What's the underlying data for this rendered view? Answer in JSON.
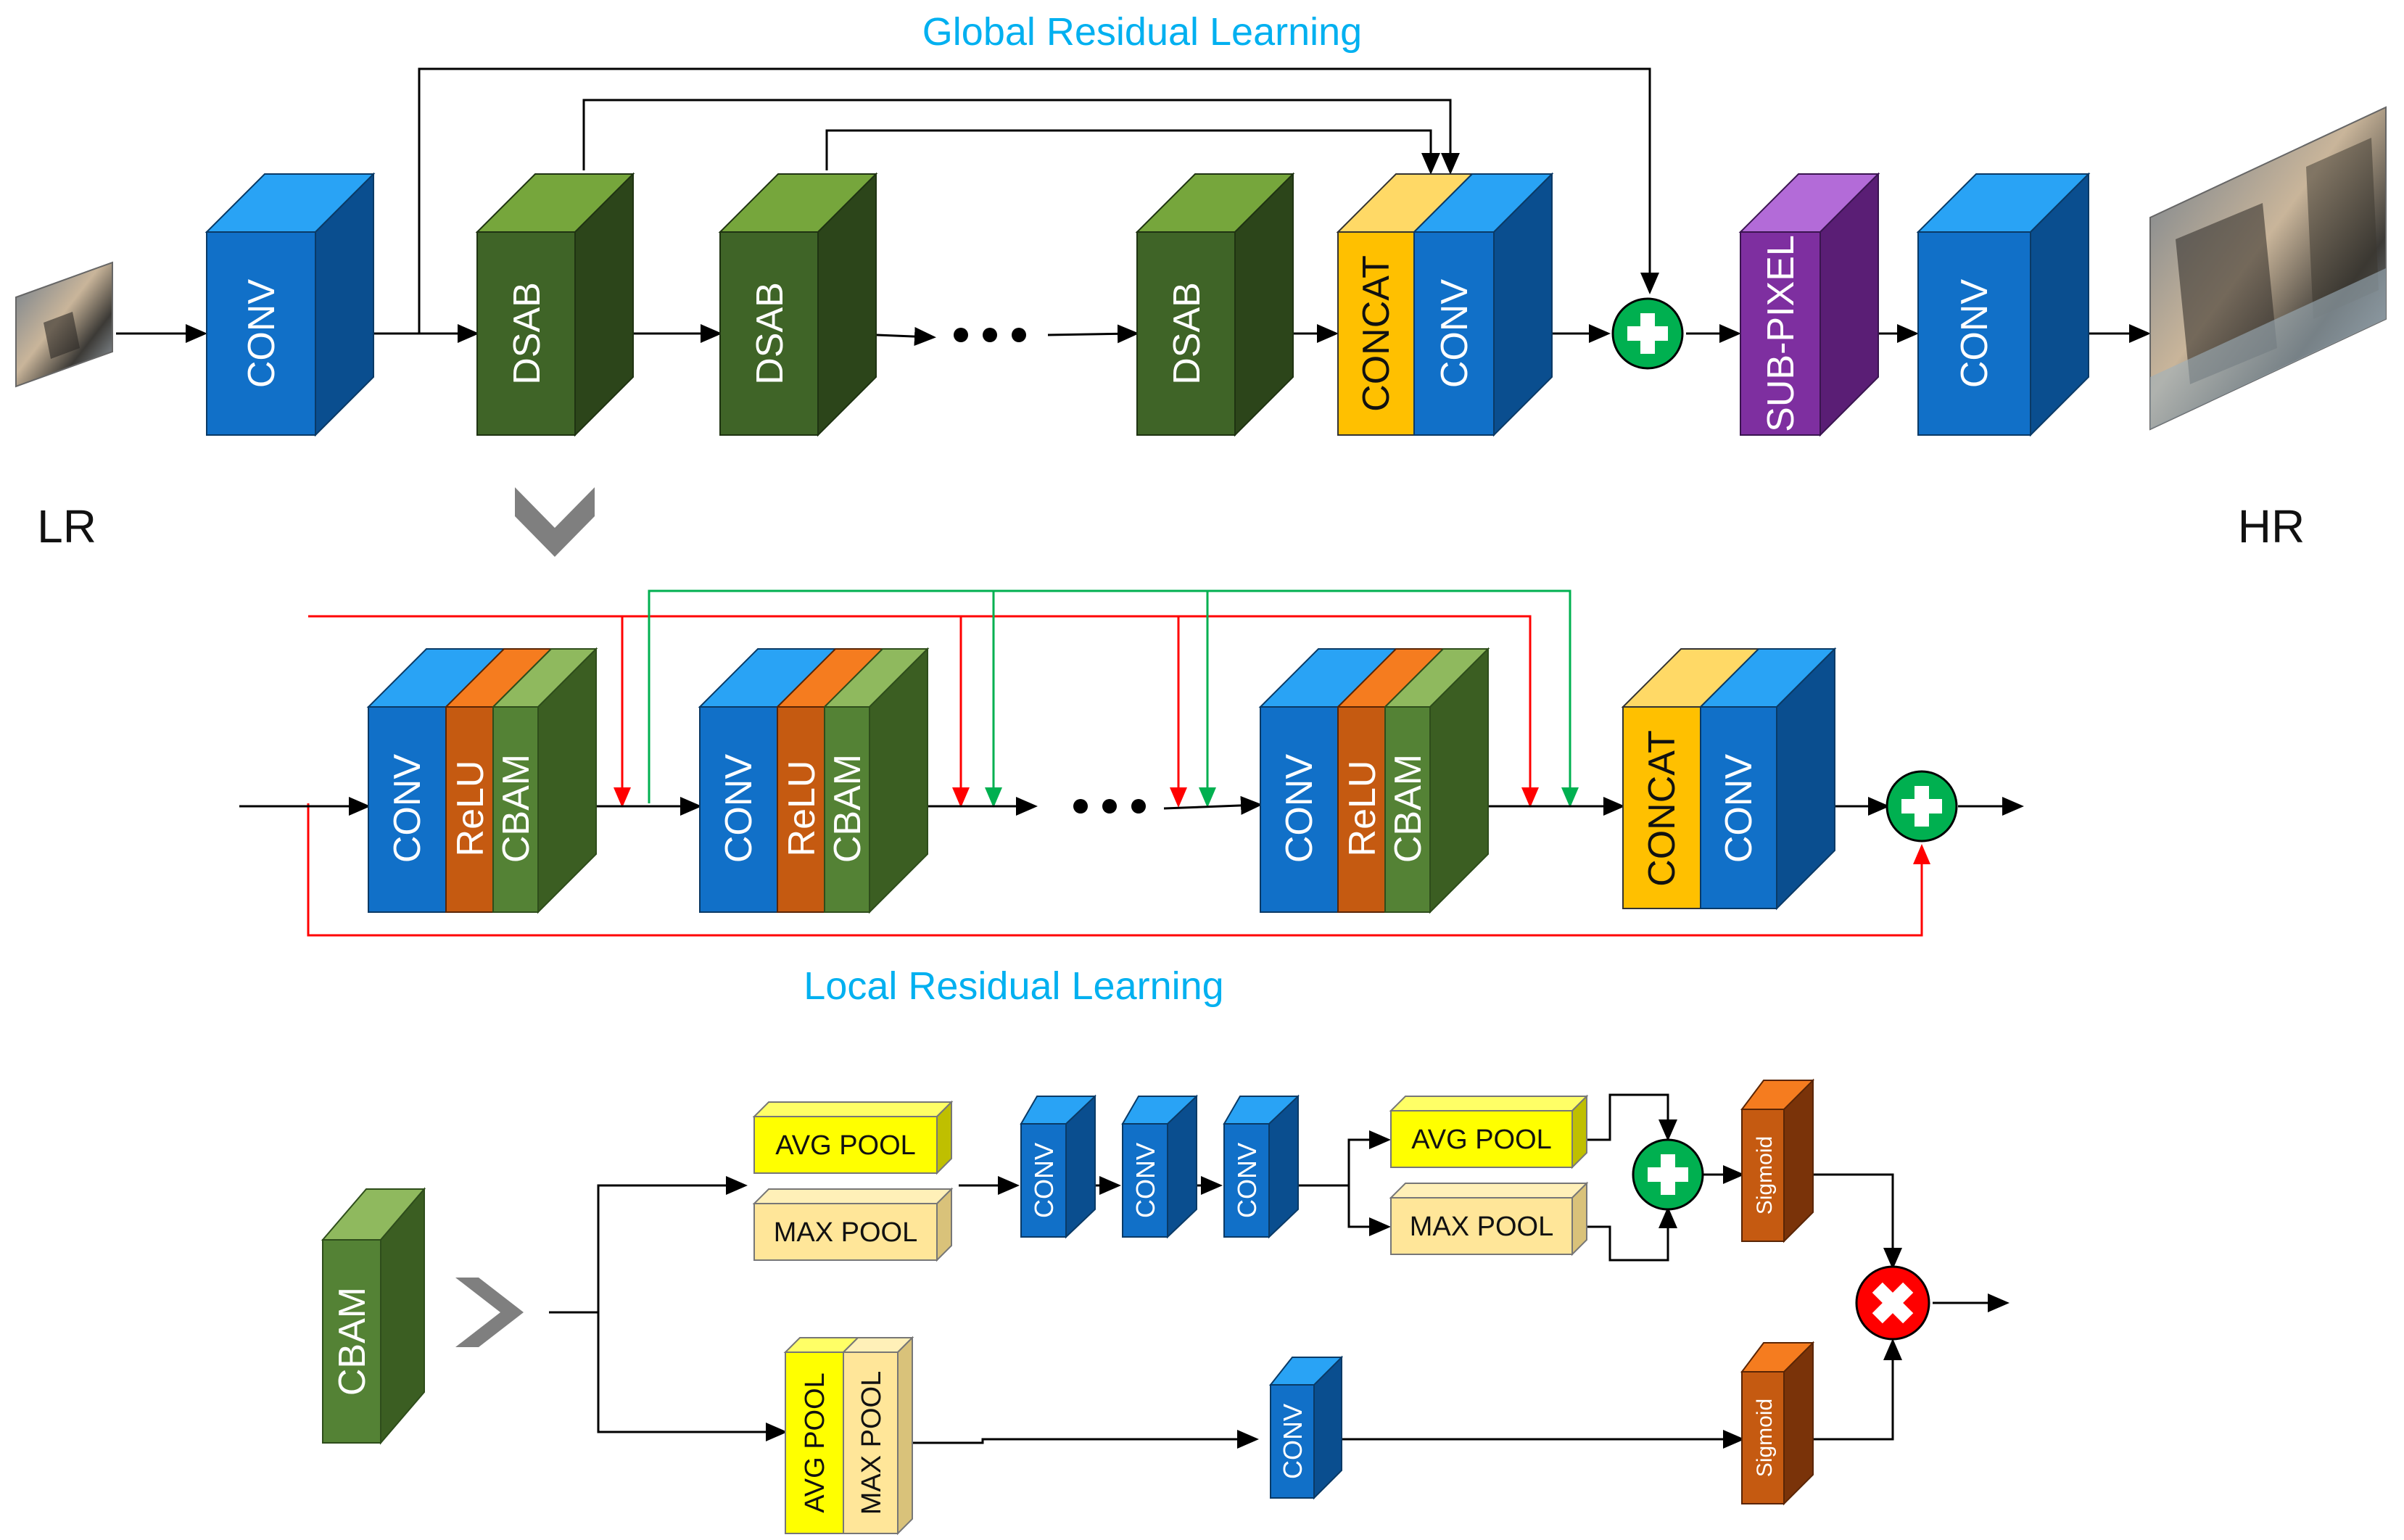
{
  "titles": {
    "global": "Global Residual Learning",
    "local": "Local Residual Learning"
  },
  "side_labels": {
    "lr": "LR",
    "hr": "HR"
  },
  "blocks": {
    "conv": "CONV",
    "dsab": "DSAB",
    "concat": "CONCAT",
    "subpixel": "SUB-PIXEL",
    "relu": "ReLU",
    "cbam": "CBAM",
    "avg_pool": "AVG POOL",
    "max_pool": "MAX POOL",
    "sigmoid": "Sigmoid"
  },
  "colors": {
    "conv": "#1170C8",
    "dsab": "#3F6427",
    "concat": "#FFC000",
    "subpixel": "#7E2FA0",
    "relu": "#C55A11",
    "cbam": "#548235",
    "add": "#00B050",
    "multiply": "#FF0000",
    "title": "#00B0F0",
    "red_skip": "#FF0000",
    "green_skip": "#00B050",
    "avg_pool": "#FFFF00",
    "max_pool": "#FFE699",
    "sigmoid": "#C55A11"
  }
}
